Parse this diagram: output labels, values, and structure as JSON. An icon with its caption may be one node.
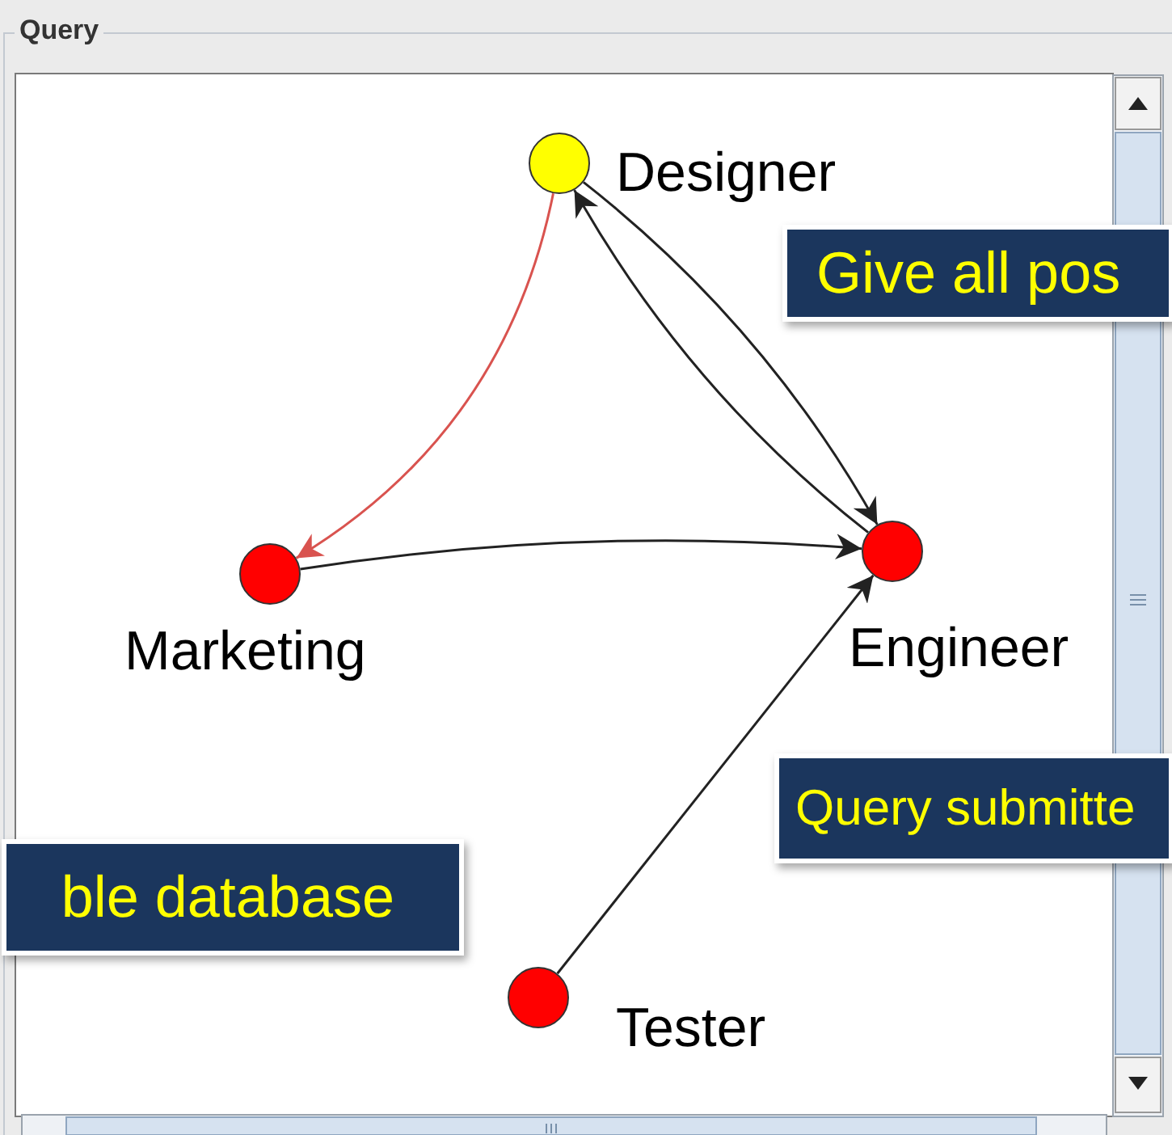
{
  "diagram": {
    "nodes": [
      {
        "text": [
          "Query"
        ]
      },
      {
        "text": [],
        "shape": "circle",
        "beside": [
          "Designer"
        ],
        "in": 0
      },
      {
        "text": [],
        "shape": "circle",
        "beside": [
          "Marketing"
        ],
        "in": 0
      },
      {
        "text": [],
        "shape": "circle",
        "beside": [
          "Engineer"
        ],
        "in": 0
      },
      {
        "text": [],
        "shape": "circle",
        "beside": [
          "Tester"
        ],
        "in": 0
      },
      {
        "text": [
          "Give all pos"
        ],
        "in": 0
      },
      {
        "text": [
          "Query submitte"
        ],
        "in": 0
      },
      {
        "text": [
          "ble database"
        ],
        "in": 0
      }
    ],
    "edges": [
      {
        "from": 1,
        "to": 2,
        "arrow": "to",
        "color": "#d9534f"
      },
      {
        "from": 2,
        "to": 3,
        "arrow": "to"
      },
      {
        "from": 1,
        "to": 3,
        "arrow": "to"
      },
      {
        "from": 3,
        "to": 1,
        "arrow": "to"
      },
      {
        "from": 4,
        "to": 3,
        "arrow": "to"
      }
    ]
  }
}
